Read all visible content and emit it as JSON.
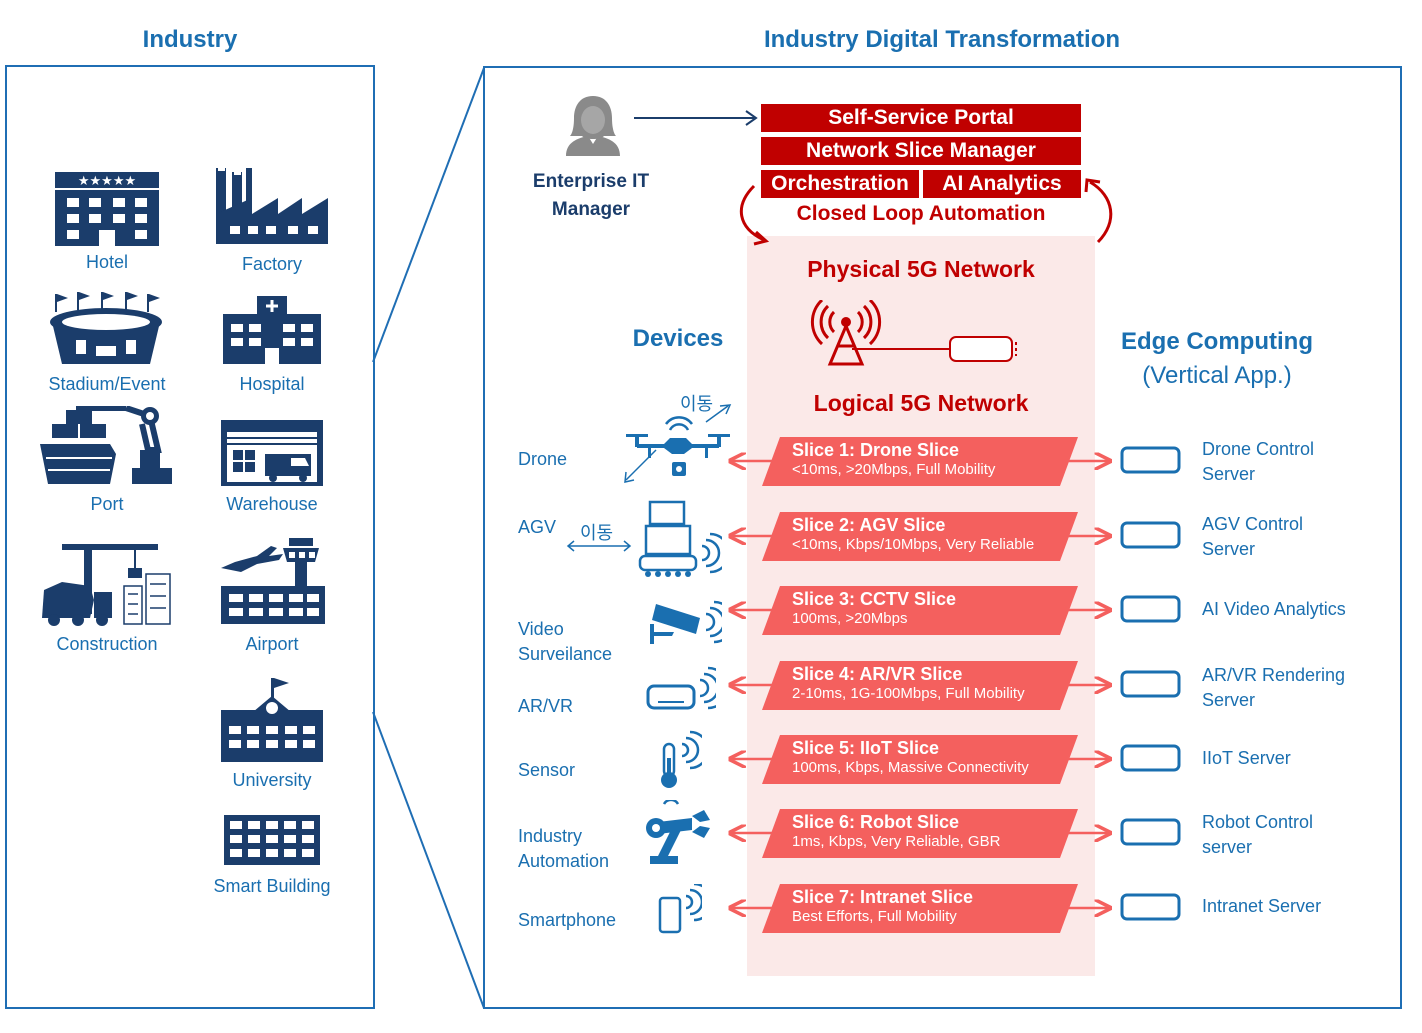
{
  "left": {
    "title": "Industry",
    "items": [
      {
        "label": "Hotel",
        "icon": "hotel-icon"
      },
      {
        "label": "Factory",
        "icon": "factory-icon"
      },
      {
        "label": "Stadium/Event",
        "icon": "stadium-icon"
      },
      {
        "label": "Hospital",
        "icon": "hospital-icon"
      },
      {
        "label": "Port",
        "icon": "port-icon"
      },
      {
        "label": "Warehouse",
        "icon": "warehouse-icon"
      },
      {
        "label": "Construction",
        "icon": "construction-icon"
      },
      {
        "label": "Airport",
        "icon": "airport-icon"
      },
      {
        "label": "University",
        "icon": "university-icon"
      },
      {
        "label": "Smart Building",
        "icon": "smart-building-icon"
      }
    ]
  },
  "right": {
    "title": "Industry Digital Transformation",
    "manager_line1": "Enterprise IT",
    "manager_line2": "Manager",
    "portal": "Self-Service Portal",
    "slice_manager": "Network Slice Manager",
    "orchestration": "Orchestration",
    "ai_analytics": "AI Analytics",
    "closed_loop": "Closed Loop Automation",
    "physical": "Physical 5G Network",
    "logical": "Logical 5G Network",
    "devices_head": "Devices",
    "edge_head_line1": "Edge Computing",
    "edge_head_line2": "(Vertical App.)",
    "move_label": "이동",
    "colors": {
      "blue": "#1f6eb4",
      "dark_red": "#c00000",
      "slice": "#f4605e",
      "band": "#fbe9e8"
    }
  },
  "devices": [
    {
      "line1": "Drone",
      "line2": "",
      "icon": "drone-icon"
    },
    {
      "line1": "AGV",
      "line2": "",
      "icon": "agv-icon"
    },
    {
      "line1": "Video",
      "line2": "Surveilance",
      "icon": "cctv-camera-icon"
    },
    {
      "line1": "AR/VR",
      "line2": "",
      "icon": "vr-headset-icon"
    },
    {
      "line1": "Sensor",
      "line2": "",
      "icon": "thermometer-icon"
    },
    {
      "line1": "Industry",
      "line2": "Automation",
      "icon": "robot-arm-icon"
    },
    {
      "line1": "Smartphone",
      "line2": "",
      "icon": "smartphone-icon"
    }
  ],
  "slices": [
    {
      "title": "Slice 1: Drone Slice",
      "sub": "<10ms, >20Mbps, Full Mobility"
    },
    {
      "title": "Slice 2: AGV Slice",
      "sub": "<10ms, Kbps/10Mbps, Very Reliable"
    },
    {
      "title": "Slice 3: CCTV Slice",
      "sub": "100ms, >20Mbps"
    },
    {
      "title": "Slice 4: AR/VR Slice",
      "sub": "2-10ms, 1G-100Mbps, Full Mobility"
    },
    {
      "title": "Slice 5: IIoT Slice",
      "sub": "100ms, Kbps, Massive Connectivity"
    },
    {
      "title": "Slice 6: Robot Slice",
      "sub": "1ms, Kbps, Very Reliable, GBR"
    },
    {
      "title": "Slice 7: Intranet Slice",
      "sub": "Best Efforts, Full Mobility"
    }
  ],
  "servers": [
    {
      "line1": "Drone Control",
      "line2": "Server"
    },
    {
      "line1": "AGV Control",
      "line2": "Server"
    },
    {
      "line1": "AI Video Analytics",
      "line2": ""
    },
    {
      "line1": "AR/VR Rendering",
      "line2": "Server"
    },
    {
      "line1": "IIoT Server",
      "line2": ""
    },
    {
      "line1": "Robot Control",
      "line2": "server"
    },
    {
      "line1": "Intranet Server",
      "line2": ""
    }
  ]
}
